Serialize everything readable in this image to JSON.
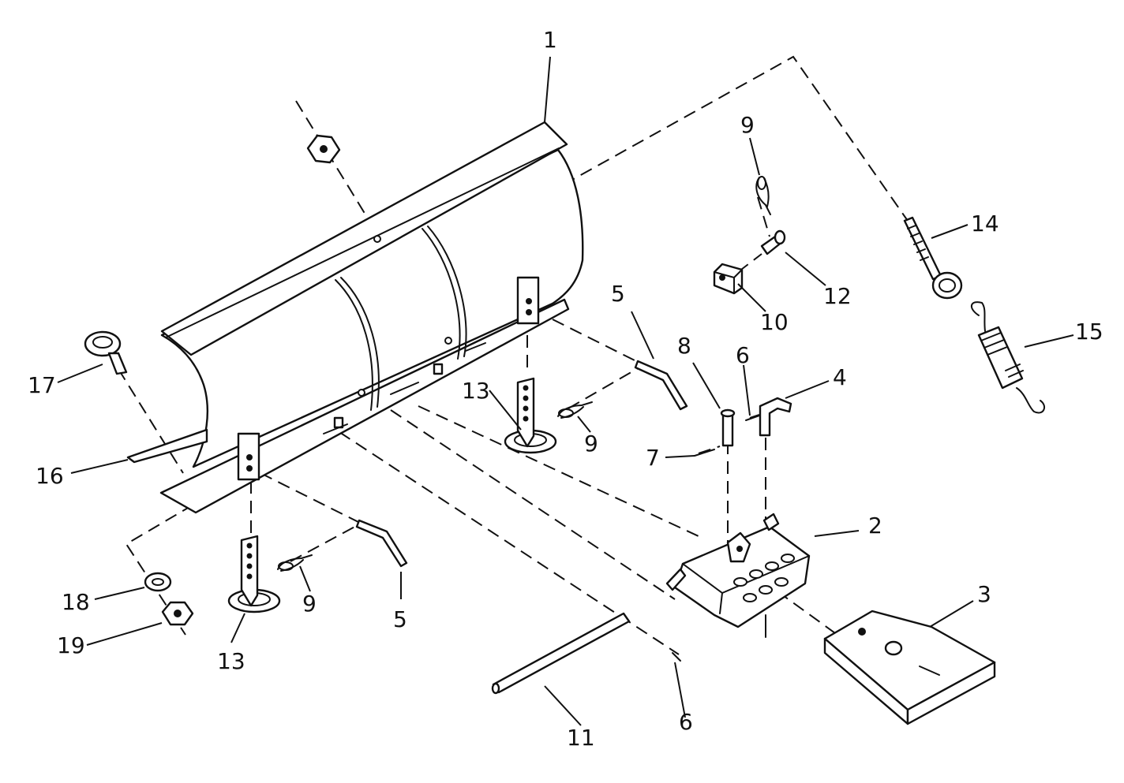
{
  "callouts": {
    "c1": "1",
    "c2": "2",
    "c3": "3",
    "c4": "4",
    "c5a": "5",
    "c5b": "5",
    "c6a": "6",
    "c6b": "6",
    "c7": "7",
    "c8": "8",
    "c9a": "9",
    "c9b": "9",
    "c9c": "9",
    "c10": "10",
    "c11": "11",
    "c12": "12",
    "c13a": "13",
    "c13b": "13",
    "c14": "14",
    "c15": "15",
    "c16": "16",
    "c17": "17",
    "c18": "18",
    "c19": "19"
  }
}
